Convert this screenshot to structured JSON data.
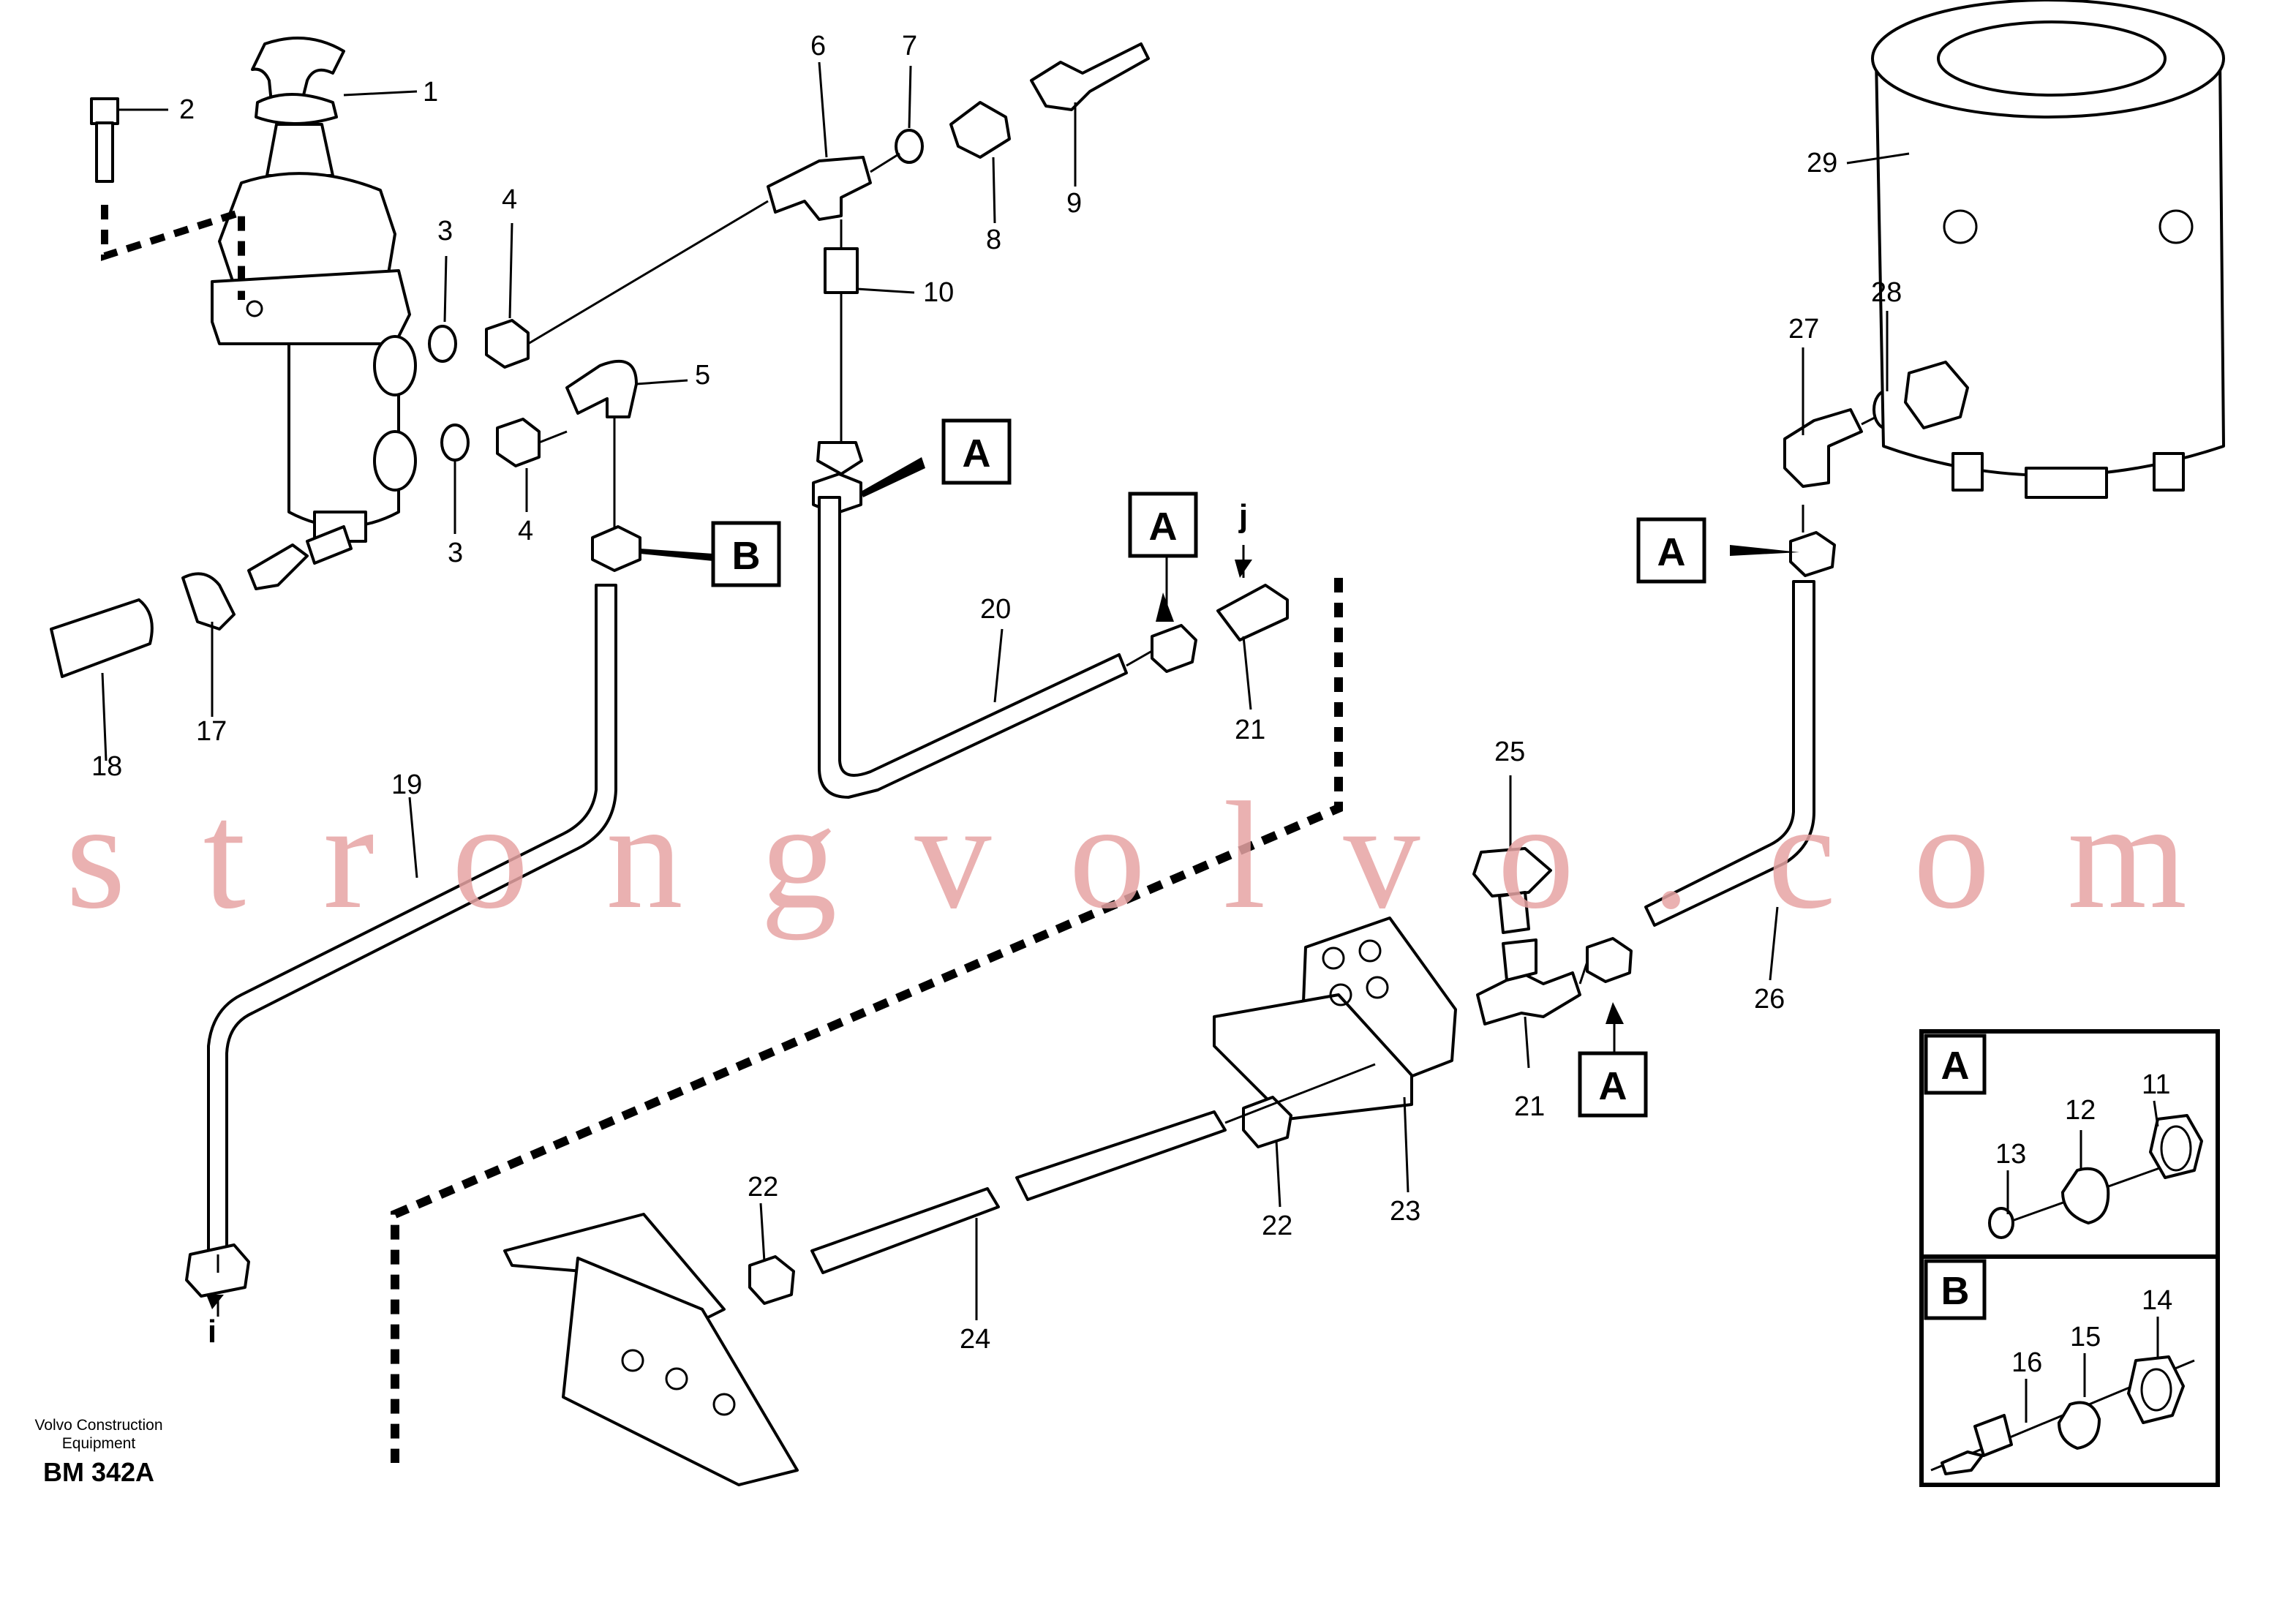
{
  "watermark": "strongvolvo.com",
  "brand": {
    "line1": "Volvo Construction",
    "line2": "Equipment",
    "code": "BM 342A"
  },
  "ref_letters": {
    "A": "A",
    "B": "B"
  },
  "labels": {
    "l1": "1",
    "l2": "2",
    "l3a": "3",
    "l3b": "3",
    "l4a": "4",
    "l4b": "4",
    "l5": "5",
    "l6": "6",
    "l7": "7",
    "l8": "8",
    "l9": "9",
    "l10": "10",
    "l17": "17",
    "l18": "18",
    "l19": "19",
    "l20": "20",
    "l21a": "21",
    "l21b": "21",
    "l22a": "22",
    "l22b": "22",
    "l23": "23",
    "l24": "24",
    "l25": "25",
    "l26": "26",
    "l27": "27",
    "l28": "28",
    "l29": "29",
    "li": "i",
    "lj": "j"
  },
  "inset_a": {
    "label": "A",
    "n11": "11",
    "n12": "12",
    "n13": "13"
  },
  "inset_b": {
    "label": "B",
    "n14": "14",
    "n15": "15",
    "n16": "16"
  }
}
